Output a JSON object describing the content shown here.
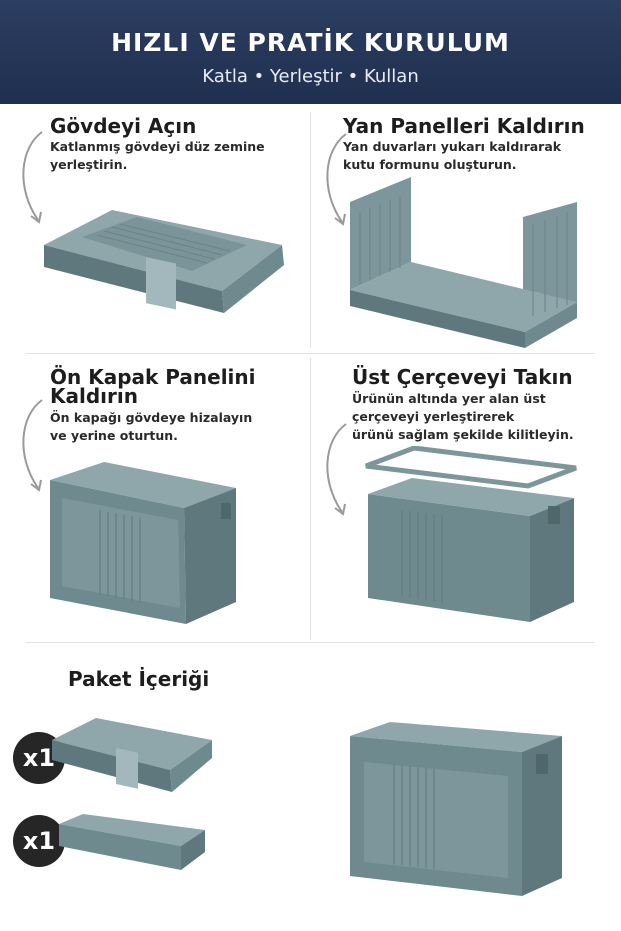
{
  "header": {
    "title": "HIZLI VE PRATİK KURULUM",
    "subtitle": "Katla • Yerleştir • Kullan"
  },
  "steps": [
    {
      "title": "Gövdeyi Açın",
      "desc_lines": [
        "Katlanmış gövdeyi düz zemine",
        "yerleştirin."
      ]
    },
    {
      "title": "Yan Panelleri Kaldırın",
      "desc_lines": [
        "Yan duvarları yukarı kaldırarak",
        "kutu formunu oluşturun."
      ]
    },
    {
      "title_lines": [
        "Ön Kapak Panelini",
        "Kaldırın"
      ],
      "desc_lines": [
        "Ön kapağı gövdeye hizalayın",
        "ve yerine oturtun."
      ]
    },
    {
      "title": "Üst Çerçeveyi Takın",
      "desc_lines": [
        "Ürünün altında yer alan üst",
        "çerçeveyi yerleştirerek",
        "ürünü sağlam şekilde kilitleyin."
      ]
    }
  ],
  "package": {
    "title": "Paket İçeriği",
    "items": [
      {
        "qty": "x1"
      },
      {
        "qty": "x1"
      }
    ]
  },
  "colors": {
    "header_bg": "#24365a",
    "product": "#6f8a8f",
    "product_light": "#8fa7ab",
    "product_dark": "#4f666b",
    "badge": "#262626",
    "arrow": "#9a9a9a"
  }
}
